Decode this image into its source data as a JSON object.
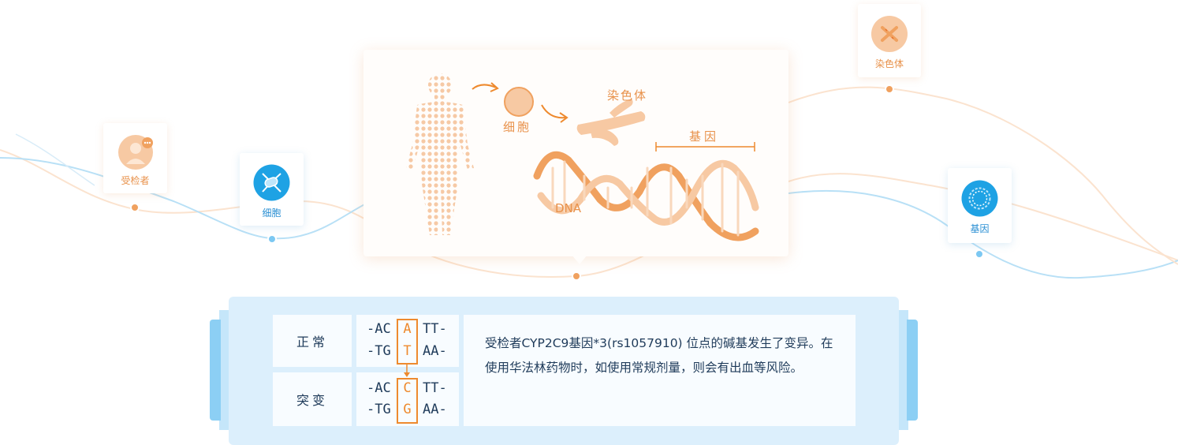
{
  "nodes": {
    "subject": {
      "label": "受检者"
    },
    "cell": {
      "label": "细胞"
    },
    "chromosome": {
      "label": "染色体"
    },
    "gene": {
      "label": "基因"
    }
  },
  "illustration": {
    "cell_label": "细胞",
    "chromosome_label": "染色体",
    "gene_label": "基因",
    "dna_label": "DNA"
  },
  "mutation_table": {
    "normal_label": "正常",
    "mutant_label": "突变",
    "normal": {
      "top_left": "-AC",
      "top_right": "TT-",
      "bottom_left": "-TG",
      "bottom_right": "AA-",
      "base_top": "A",
      "base_bottom": "T"
    },
    "mutant": {
      "top_left": "-AC",
      "top_right": "TT-",
      "bottom_left": "-TG",
      "bottom_right": "AA-",
      "base_top": "C",
      "base_bottom": "G"
    },
    "description": "受检者CYP2C9基因*3(rs1057910) 位点的碱基发生了变异。在使用华法林药物时，如使用常规剂量，则会有出血等风险。"
  },
  "colors": {
    "orange": "#f0a15f",
    "blue": "#7cc8f2",
    "text": "#1f3b5a",
    "accent": "#ee8a2e"
  }
}
